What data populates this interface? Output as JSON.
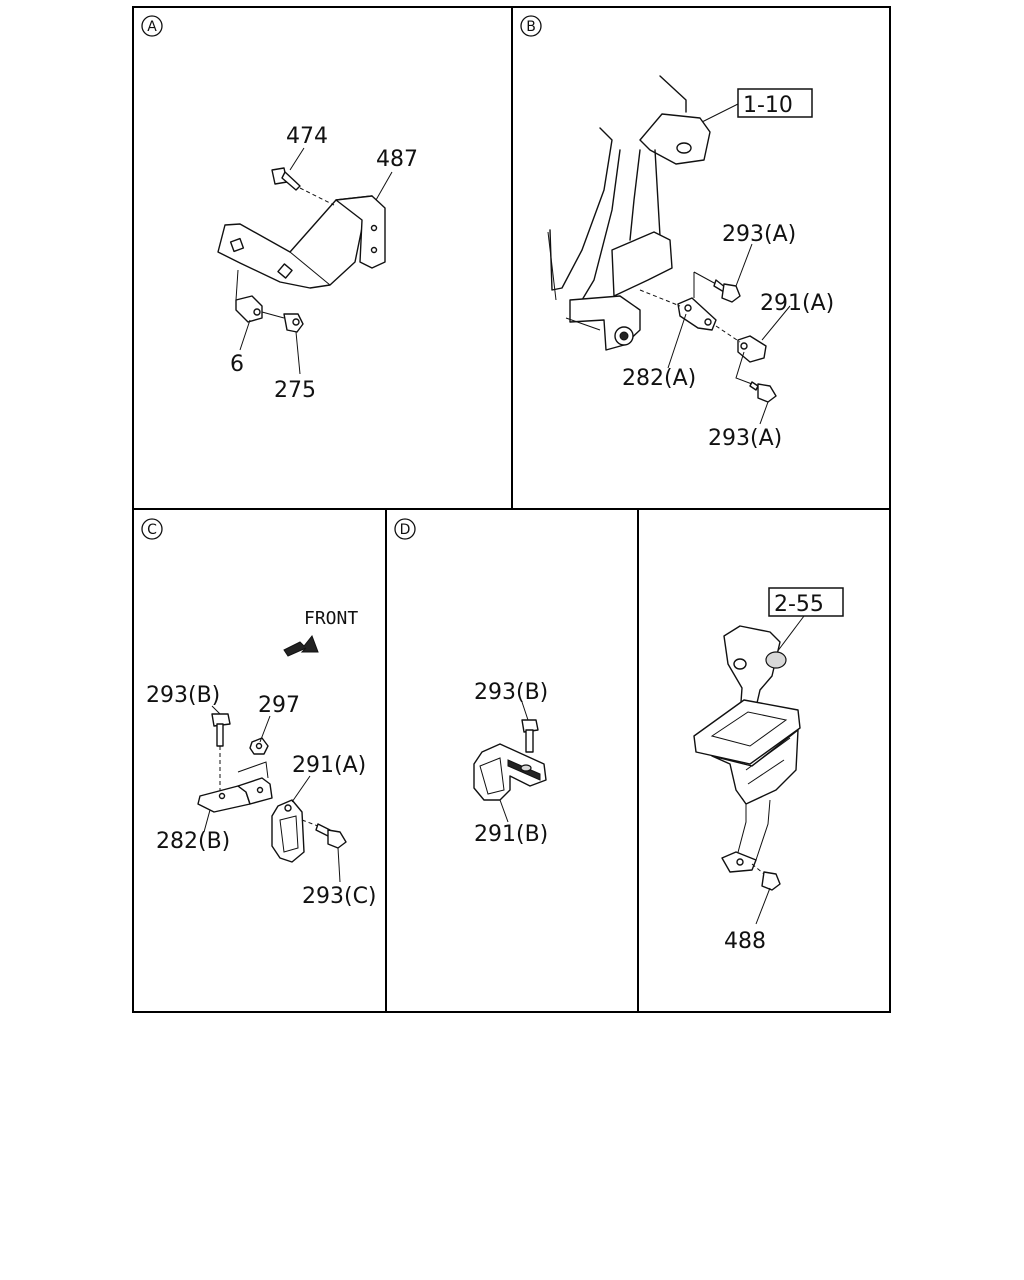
{
  "panels": {
    "A": {
      "id": "A",
      "labels": {
        "p474": "474",
        "p487": "487",
        "p6": "6",
        "p275": "275"
      }
    },
    "B": {
      "id": "B",
      "labels": {
        "ref": "1-10",
        "p293a_top": "293(A)",
        "p291a": "291(A)",
        "p282a": "282(A)",
        "p293a_bot": "293(A)"
      }
    },
    "C": {
      "id": "C",
      "front": "FRONT",
      "labels": {
        "p293b": "293(B)",
        "p297": "297",
        "p291a": "291(A)",
        "p282b": "282(B)",
        "p293c": "293(C)"
      }
    },
    "D": {
      "id": "D",
      "labels": {
        "p293b": "293(B)",
        "p291b": "291(B)"
      }
    },
    "E": {
      "labels": {
        "ref": "2-55",
        "p488": "488"
      }
    }
  },
  "colors": {
    "line": "#111111",
    "background": "#ffffff"
  }
}
